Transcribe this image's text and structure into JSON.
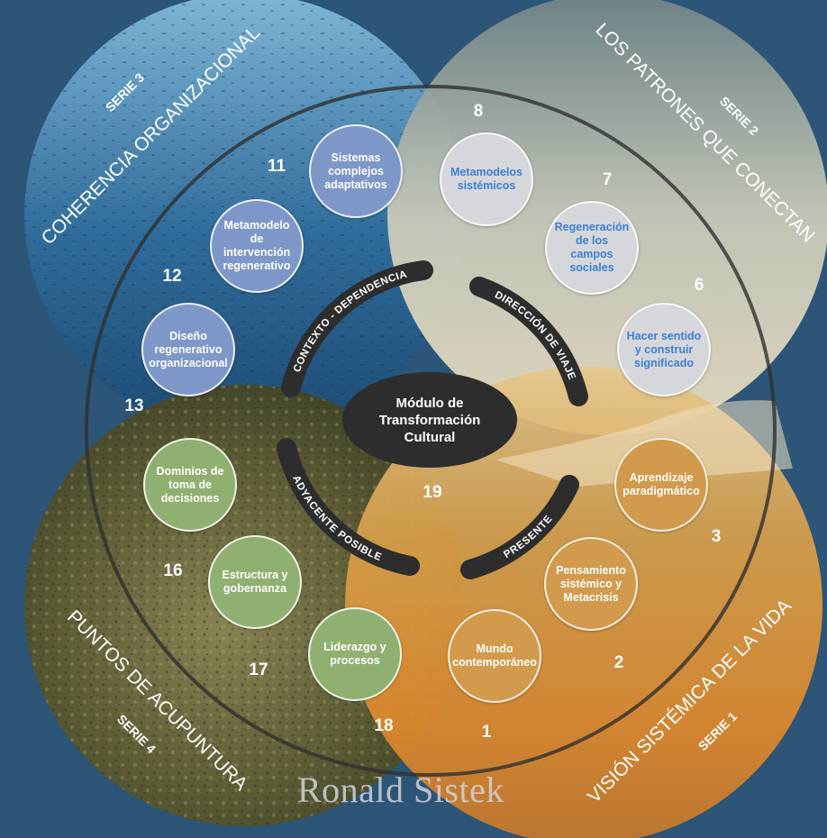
{
  "series": [
    {
      "id": "serie1",
      "tag": "SERIE 1",
      "title": "VISIÓN SISTÉMICA DE LA VIDA",
      "color": "#e39a3c"
    },
    {
      "id": "serie2",
      "tag": "SERIE 2",
      "title": "LOS PATRONES QUE CONECTAN",
      "color": "#8a9aa0"
    },
    {
      "id": "serie3",
      "tag": "SERIE 3",
      "title": "COHERENCIA ORGANIZACIONAL",
      "color": "#2f6b9a"
    },
    {
      "id": "serie4",
      "tag": "SERIE 4",
      "title": "PUNTOS DE ACUPUNTURA",
      "color": "#6b6a3e"
    }
  ],
  "arc_labels": {
    "contexto": "CONTEXTO - DEPENDENCIA",
    "direccion": "DIRECCIÓN DE VIAJE",
    "adyacente": "ADYACENTE POSIBLE",
    "presente": "PRESENTE"
  },
  "center": {
    "title": "Módulo de Transformación Cultural",
    "number": "19"
  },
  "modules": [
    {
      "n": "1",
      "label": "Mundo contemporáneo"
    },
    {
      "n": "2",
      "label": "Pensamiento sistémico y Metacrisis"
    },
    {
      "n": "3",
      "label": "Aprendizaje paradigmático"
    },
    {
      "n": "6",
      "label": "Hacer sentido y construir significado"
    },
    {
      "n": "7",
      "label": "Regeneración de los campos sociales"
    },
    {
      "n": "8",
      "label": "Metamodelos sistémicos"
    },
    {
      "n": "11",
      "label": "Sistemas complejos adaptativos"
    },
    {
      "n": "12",
      "label": "Metamodelo de intervención regenerativo"
    },
    {
      "n": "13",
      "label": "Diseño regenerativo organizacional"
    },
    {
      "n": "16",
      "label": "Dominios de toma de decisiones"
    },
    {
      "n": "17",
      "label": "Estructura y gobernanza"
    },
    {
      "n": "18",
      "label": "Liderazgo y procesos"
    }
  ],
  "watermark": "Ronald Sistek",
  "colors": {
    "background": "#2c5577",
    "center": "#2d2d2d",
    "node_gray": "#d6d7db",
    "node_blue": "#7d97c8",
    "node_green": "#8fb071",
    "node_orange": "#d29a4c"
  }
}
